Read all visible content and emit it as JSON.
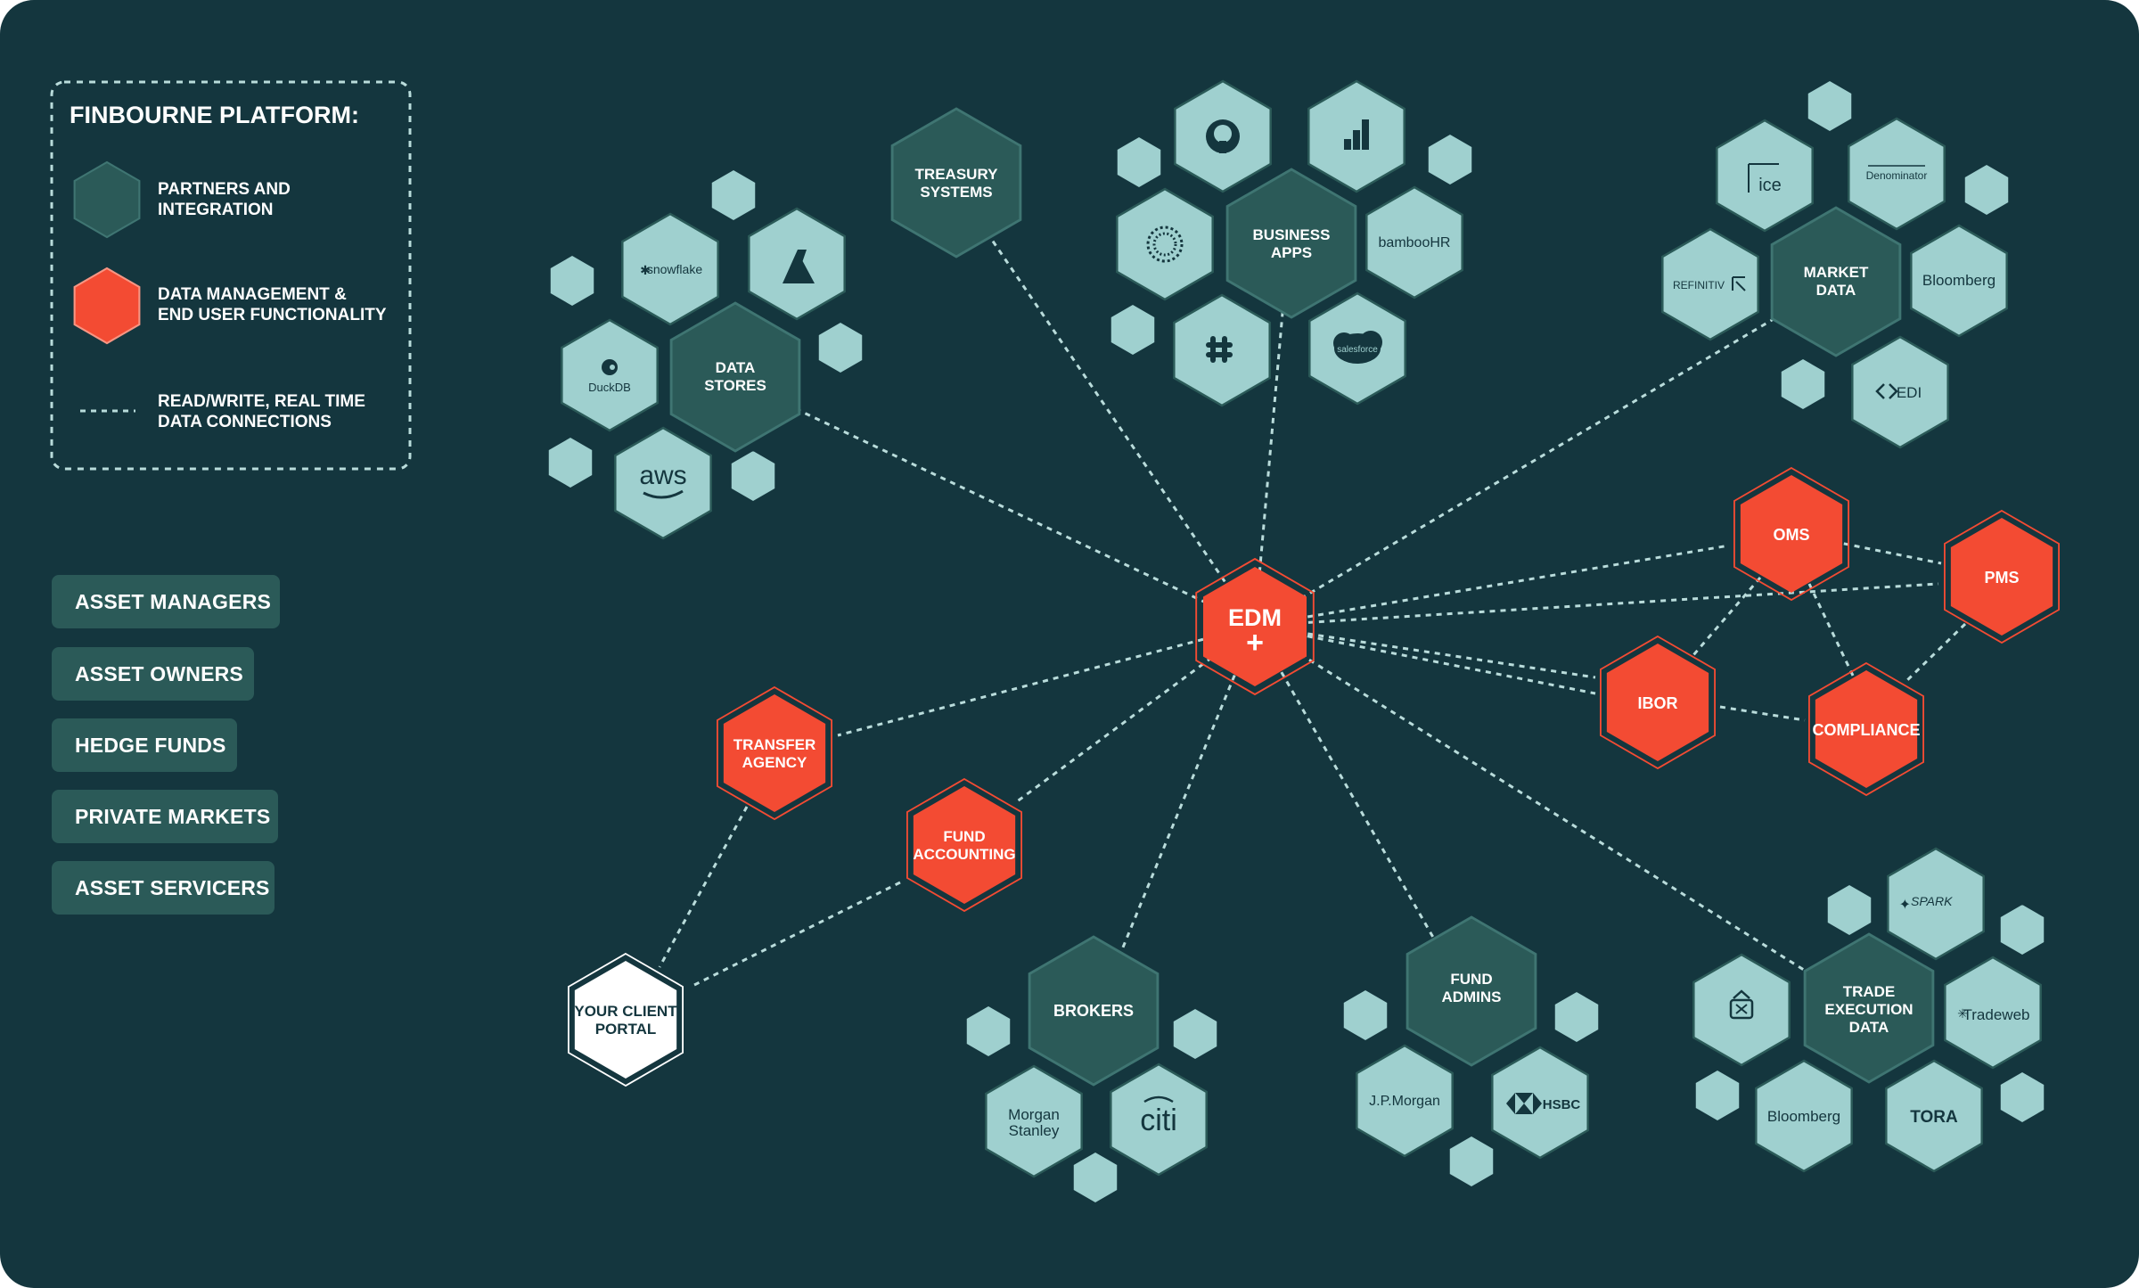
{
  "legend": {
    "title": "FINBOURNE PLATFORM:",
    "partners_line1": "PARTNERS AND",
    "partners_line2": "INTEGRATION",
    "data_mgmt_line1": "DATA MANAGEMENT &",
    "data_mgmt_line2": "END USER FUNCTIONALITY",
    "connections_line1": "READ/WRITE, REAL TIME",
    "connections_line2": "DATA CONNECTIONS"
  },
  "sidebar": {
    "items": [
      {
        "label": "ASSET MANAGERS"
      },
      {
        "label": "ASSET OWNERS"
      },
      {
        "label": "HEDGE FUNDS"
      },
      {
        "label": "PRIVATE MARKETS"
      },
      {
        "label": "ASSET SERVICERS"
      }
    ]
  },
  "hubs": {
    "edm": {
      "label": "EDM",
      "symbol": "+"
    },
    "treasury": {
      "line1": "TREASURY",
      "line2": "SYSTEMS"
    },
    "business_apps": {
      "line1": "BUSINESS",
      "line2": "APPS"
    },
    "market_data": {
      "line1": "MARKET",
      "line2": "DATA"
    },
    "data_stores": {
      "line1": "DATA",
      "line2": "STORES"
    },
    "oms": {
      "label": "OMS"
    },
    "pms": {
      "label": "PMS"
    },
    "ibor": {
      "label": "IBOR"
    },
    "compliance": {
      "label": "COMPLIANCE"
    },
    "transfer_agency": {
      "line1": "TRANSFER",
      "line2": "AGENCY"
    },
    "fund_accounting": {
      "line1": "FUND",
      "line2": "ACCOUNTING"
    },
    "client_portal": {
      "line1": "YOUR CLIENT",
      "line2": "PORTAL"
    },
    "brokers": {
      "label": "BROKERS"
    },
    "fund_admins": {
      "line1": "FUND",
      "line2": "ADMINS"
    },
    "trade_execution": {
      "line1": "TRADE",
      "line2": "EXECUTION",
      "line3": "DATA"
    }
  },
  "logos": {
    "snowflake": "snowflake",
    "duckdb": "DuckDB",
    "aws": "aws",
    "bamboohr": "bambooHR",
    "salesforce": "salesforce",
    "ice": "ice",
    "denominator": "Denominator",
    "refinitiv": "REFINITIV",
    "bloomberg": "Bloomberg",
    "edi": "EDI",
    "morgan_line1": "Morgan",
    "morgan_line2": "Stanley",
    "citi": "citi",
    "jpmorgan": "J.P.Morgan",
    "hsbc": "HSBC",
    "spark": "SPARK",
    "tradeweb": "Tradeweb",
    "bloomberg2": "Bloomberg",
    "tora": "TORA"
  },
  "colors": {
    "background": "#14363e",
    "partner_dark": "#2b5a58",
    "partner_light": "#9fd0cf",
    "data_mgmt": "#f34b33",
    "line": "#b9dcdb",
    "text_dark": "#14363e",
    "white": "#ffffff"
  },
  "icons": [
    "github-icon",
    "chart-bars-icon",
    "sunburst-icon",
    "slack-icon",
    "azure-icon",
    "bank-crest-icon"
  ]
}
